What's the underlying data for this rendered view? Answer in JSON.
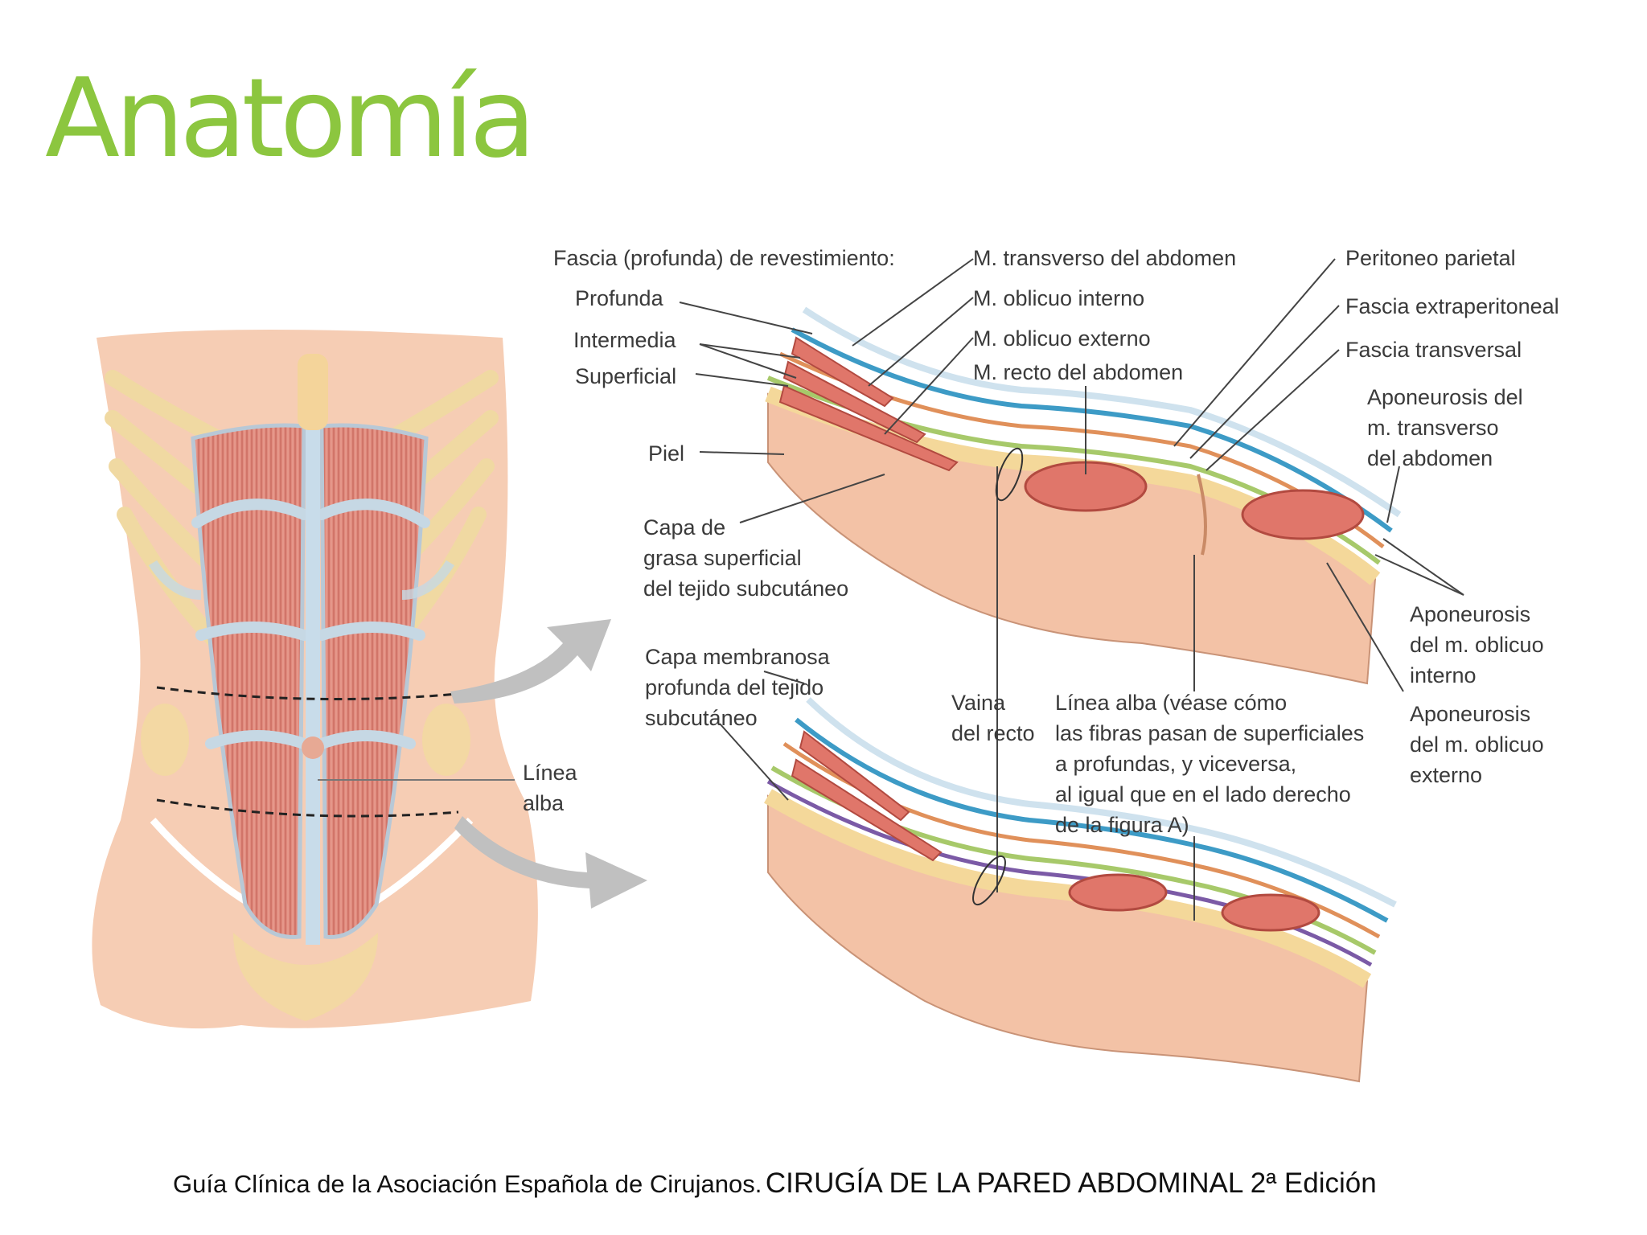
{
  "slide": {
    "title": "Anatomía",
    "accent_color": "#8cc63f"
  },
  "figure": {
    "front_view": {
      "linea_alba": "Línea\nalba"
    },
    "cross_section": {
      "labels": {
        "fascia_revestimiento": "Fascia (profunda) de revestimiento:",
        "profunda": "Profunda",
        "intermedia": "Intermedia",
        "superficial": "Superficial",
        "piel": "Piel",
        "capa_grasa": "Capa de\ngrasa superficial\ndel tejido subcutáneo",
        "capa_membranosa": "Capa membranosa\nprofunda del tejido\nsubcutáneo",
        "transverso": "M. transverso del abdomen",
        "oblicuo_interno": "M. oblicuo interno",
        "oblicuo_externo": "M. oblicuo externo",
        "recto": "M. recto del abdomen",
        "peritoneo": "Peritoneo parietal",
        "fascia_extraperitoneal": "Fascia extraperitoneal",
        "fascia_transversal": "Fascia transversal",
        "aponeurosis_transverso": "Aponeurosis del\nm. transverso\ndel abdomen",
        "aponeurosis_oblicuo_interno": "Aponeurosis\ndel m. oblicuo\ninterno",
        "aponeurosis_oblicuo_externo": "Aponeurosis\ndel m. oblicuo\nexterno",
        "vaina_recto": "Vaina\ndel recto",
        "linea_alba_note": "Línea alba (véase cómo\nlas fibras pasan de superficiales\na profundas, y viceversa,\nal igual que en el lado derecho\nde la figura A)"
      }
    }
  },
  "citation": {
    "part1": "Guía Clínica de la Asociación Española de Cirujanos.",
    "part2": "CIRUGÍA DE LA PARED ABDOMINAL 2ª Edición"
  }
}
